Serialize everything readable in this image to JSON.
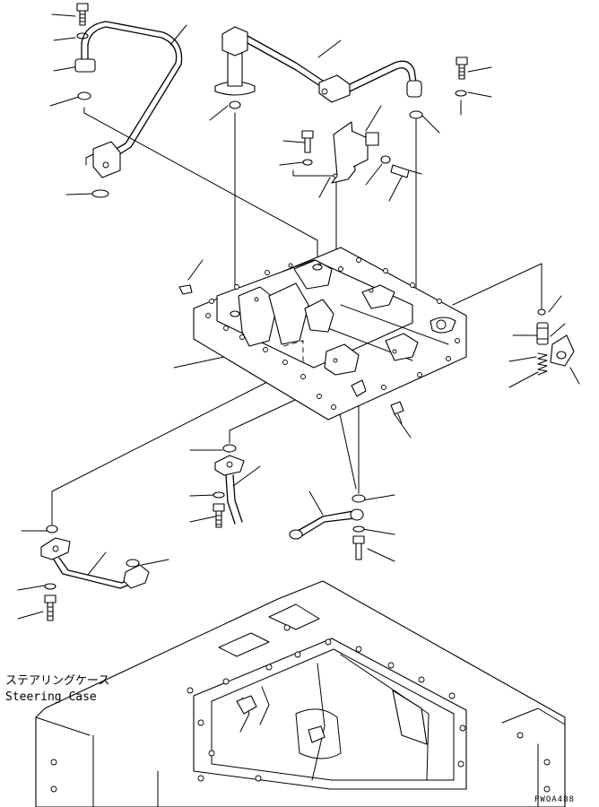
{
  "labels": {
    "part_name_jp": "ステアリングケース",
    "part_name_en": "Steering Case",
    "drawing_code": "PWOA488"
  }
}
